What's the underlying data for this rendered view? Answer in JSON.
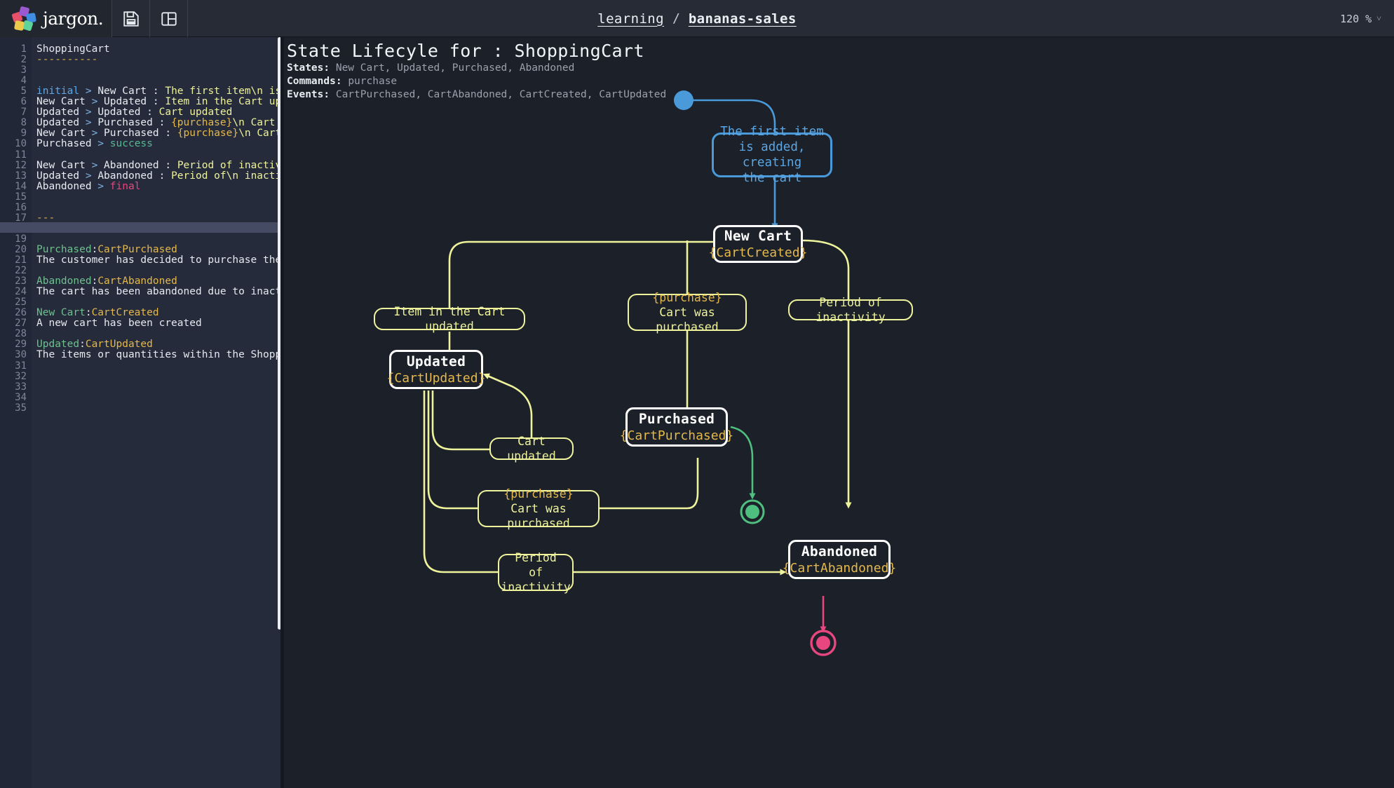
{
  "header": {
    "brand": "jargon.",
    "icons": [
      {
        "name": "save-icon",
        "label": "Save"
      },
      {
        "name": "layout-panel-icon",
        "label": "Toggle panel"
      }
    ],
    "breadcrumb": {
      "parent": "learning",
      "separator": "/",
      "current": "bananas-sales"
    },
    "zoom": {
      "value": "120 %",
      "chevron": "˅"
    }
  },
  "editor": {
    "active_line": 18,
    "total_lines": 35,
    "lines": [
      {
        "n": 1,
        "tokens": [
          {
            "t": "ShoppingCart",
            "c": "t-txt"
          }
        ]
      },
      {
        "n": 2,
        "tokens": [
          {
            "t": "----------",
            "c": "t-dash"
          }
        ]
      },
      {
        "n": 3,
        "tokens": []
      },
      {
        "n": 4,
        "tokens": []
      },
      {
        "n": 5,
        "tokens": [
          {
            "t": "initial",
            "c": "t-key"
          },
          {
            "t": " > ",
            "c": "t-op"
          },
          {
            "t": "New Cart : ",
            "c": "t-state"
          },
          {
            "t": "The first item\\n is ",
            "c": "t-msg"
          }
        ]
      },
      {
        "n": 6,
        "tokens": [
          {
            "t": "New Cart",
            "c": "t-state"
          },
          {
            "t": " > ",
            "c": "t-op"
          },
          {
            "t": "Updated : ",
            "c": "t-state"
          },
          {
            "t": "Item in the Cart upd",
            "c": "t-msg"
          }
        ]
      },
      {
        "n": 7,
        "tokens": [
          {
            "t": "Updated",
            "c": "t-state"
          },
          {
            "t": " > ",
            "c": "t-op"
          },
          {
            "t": "Updated : ",
            "c": "t-state"
          },
          {
            "t": "Cart updated",
            "c": "t-msg"
          }
        ]
      },
      {
        "n": 8,
        "tokens": [
          {
            "t": "Updated",
            "c": "t-state"
          },
          {
            "t": " > ",
            "c": "t-op"
          },
          {
            "t": "Purchased : ",
            "c": "t-state"
          },
          {
            "t": "{purchase}",
            "c": "t-var"
          },
          {
            "t": "\\n Cart w",
            "c": "t-msg"
          }
        ]
      },
      {
        "n": 9,
        "tokens": [
          {
            "t": "New Cart",
            "c": "t-state"
          },
          {
            "t": " > ",
            "c": "t-op"
          },
          {
            "t": "Purchased : ",
            "c": "t-state"
          },
          {
            "t": "{purchase}",
            "c": "t-var"
          },
          {
            "t": "\\n Cart ",
            "c": "t-msg"
          }
        ]
      },
      {
        "n": 10,
        "tokens": [
          {
            "t": "Purchased",
            "c": "t-state"
          },
          {
            "t": " > ",
            "c": "t-op"
          },
          {
            "t": "success",
            "c": "t-ok"
          }
        ]
      },
      {
        "n": 11,
        "tokens": []
      },
      {
        "n": 12,
        "tokens": [
          {
            "t": "New Cart",
            "c": "t-state"
          },
          {
            "t": " > ",
            "c": "t-op"
          },
          {
            "t": "Abandoned : ",
            "c": "t-state"
          },
          {
            "t": "Period of inactivi",
            "c": "t-msg"
          }
        ]
      },
      {
        "n": 13,
        "tokens": [
          {
            "t": "Updated",
            "c": "t-state"
          },
          {
            "t": " > ",
            "c": "t-op"
          },
          {
            "t": "Abandoned : ",
            "c": "t-state"
          },
          {
            "t": "Period of\\n inactiv",
            "c": "t-msg"
          }
        ]
      },
      {
        "n": 14,
        "tokens": [
          {
            "t": "Abandoned",
            "c": "t-state"
          },
          {
            "t": " > ",
            "c": "t-op"
          },
          {
            "t": "final",
            "c": "t-final"
          }
        ]
      },
      {
        "n": 15,
        "tokens": []
      },
      {
        "n": 16,
        "tokens": []
      },
      {
        "n": 17,
        "tokens": [
          {
            "t": "---",
            "c": "t-dash"
          }
        ]
      },
      {
        "n": 18,
        "tokens": []
      },
      {
        "n": 19,
        "tokens": []
      },
      {
        "n": 20,
        "tokens": [
          {
            "t": "Purchased",
            "c": "t-evname"
          },
          {
            "t": ":",
            "c": "t-txt"
          },
          {
            "t": "CartPurchased",
            "c": "t-ev"
          }
        ]
      },
      {
        "n": 21,
        "tokens": [
          {
            "t": "The customer has decided to purchase the ",
            "c": "t-txt"
          }
        ]
      },
      {
        "n": 22,
        "tokens": []
      },
      {
        "n": 23,
        "tokens": [
          {
            "t": "Abandoned",
            "c": "t-evname"
          },
          {
            "t": ":",
            "c": "t-txt"
          },
          {
            "t": "CartAbandoned",
            "c": "t-ev"
          }
        ]
      },
      {
        "n": 24,
        "tokens": [
          {
            "t": "The cart has been abandoned due to inacti",
            "c": "t-txt"
          }
        ]
      },
      {
        "n": 25,
        "tokens": []
      },
      {
        "n": 26,
        "tokens": [
          {
            "t": "New Cart",
            "c": "t-evname"
          },
          {
            "t": ":",
            "c": "t-txt"
          },
          {
            "t": "CartCreated",
            "c": "t-ev"
          }
        ]
      },
      {
        "n": 27,
        "tokens": [
          {
            "t": "A new cart has been created",
            "c": "t-txt"
          }
        ]
      },
      {
        "n": 28,
        "tokens": []
      },
      {
        "n": 29,
        "tokens": [
          {
            "t": "Updated",
            "c": "t-evname"
          },
          {
            "t": ":",
            "c": "t-txt"
          },
          {
            "t": "CartUpdated",
            "c": "t-ev"
          }
        ]
      },
      {
        "n": 30,
        "tokens": [
          {
            "t": "The items or quantities within the Shoppi",
            "c": "t-txt"
          }
        ]
      },
      {
        "n": 31,
        "tokens": []
      },
      {
        "n": 32,
        "tokens": []
      },
      {
        "n": 33,
        "tokens": []
      },
      {
        "n": 34,
        "tokens": []
      },
      {
        "n": 35,
        "tokens": []
      }
    ]
  },
  "diagram": {
    "title": "State Lifecyle for : ShoppingCart",
    "meta": [
      {
        "label": "States:",
        "value": "New Cart, Updated, Purchased, Abandoned"
      },
      {
        "label": "Commands:",
        "value": "purchase"
      },
      {
        "label": "Events:",
        "value": "CartPurchased, CartAbandoned, CartCreated, CartUpdated"
      }
    ],
    "colors": {
      "background": "#1b2029",
      "state_border": "#ffffff",
      "state_title": "#ffffff",
      "state_event": "#e5b84b",
      "edge": "#eff39b",
      "initial": "#4a9ada",
      "success": "#4fbf7f",
      "final": "#e8467e"
    },
    "note": {
      "name": "initial-transition-note",
      "lines": [
        "The first item",
        "is added, creating",
        "the cart"
      ]
    },
    "states": [
      {
        "id": "new-cart",
        "title": "New Cart",
        "event": "{CartCreated}"
      },
      {
        "id": "updated",
        "title": "Updated",
        "event": "{CartUpdated}"
      },
      {
        "id": "purchased",
        "title": "Purchased",
        "event": "{CartPurchased}"
      },
      {
        "id": "abandoned",
        "title": "Abandoned",
        "event": "{CartAbandoned}"
      }
    ],
    "edge_labels": [
      {
        "id": "item-in-cart-updated",
        "lines": [
          "Item in the Cart updated"
        ]
      },
      {
        "id": "purchase-cart-was-purchased",
        "lines": [
          "{purchase}",
          "Cart was purchased"
        ],
        "var_first": true
      },
      {
        "id": "period-of-inactivity-right",
        "lines": [
          "Period of inactivity"
        ]
      },
      {
        "id": "cart-updated",
        "lines": [
          "Cart updated"
        ]
      },
      {
        "id": "purchase-cart-was-purchased-2",
        "lines": [
          "{purchase}",
          "Cart was purchased"
        ],
        "var_first": true
      },
      {
        "id": "period-of-inactivity-bottom",
        "lines": [
          "Period of",
          "inactivity"
        ]
      }
    ],
    "terminals": [
      {
        "id": "initial-node",
        "type": "initial",
        "shape": "filled-circle"
      },
      {
        "id": "success-node",
        "type": "success",
        "shape": "double-circle"
      },
      {
        "id": "final-node",
        "type": "final",
        "shape": "double-circle"
      }
    ]
  }
}
